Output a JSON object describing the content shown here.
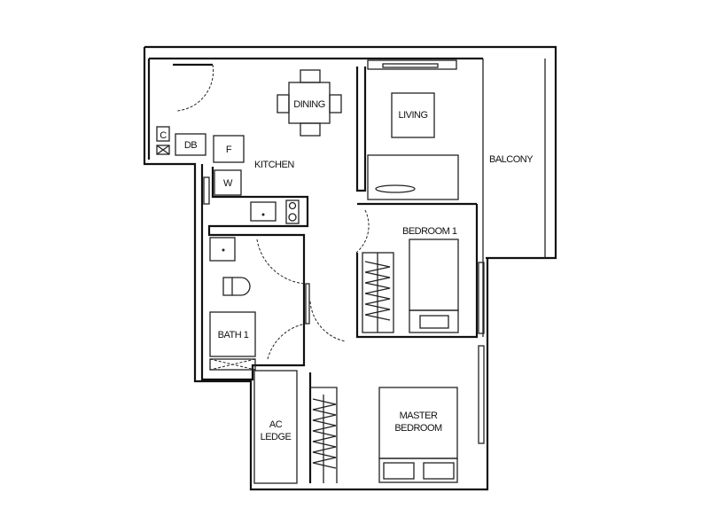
{
  "rooms": {
    "dining": "DINING",
    "living": "LIVING",
    "kitchen": "KITCHEN",
    "balcony": "BALCONY",
    "bedroom1": "BEDROOM 1",
    "bath1": "BATH 1",
    "ac_ledge_1": "AC",
    "ac_ledge_2": "LEDGE",
    "master_1": "MASTER",
    "master_2": "BEDROOM"
  },
  "fixtures": {
    "c": "C",
    "db": "DB",
    "f": "F",
    "w": "W"
  }
}
